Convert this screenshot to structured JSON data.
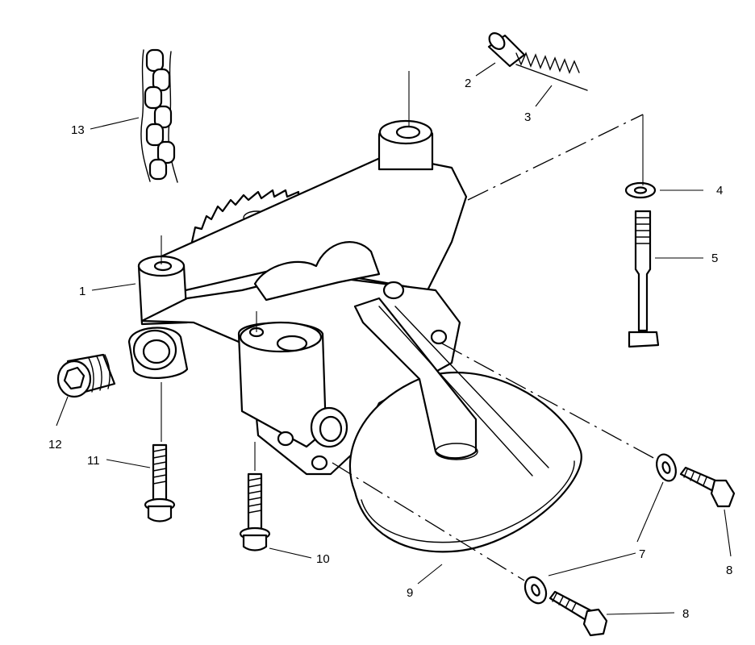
{
  "callouts": {
    "c1": "1",
    "c2": "2",
    "c3": "3",
    "c4": "4",
    "c5": "5",
    "c7a": "7",
    "c7b": "7",
    "c8a": "8",
    "c8b": "8",
    "c9": "9",
    "c10": "10",
    "c11": "11",
    "c12": "12",
    "c13": "13"
  }
}
